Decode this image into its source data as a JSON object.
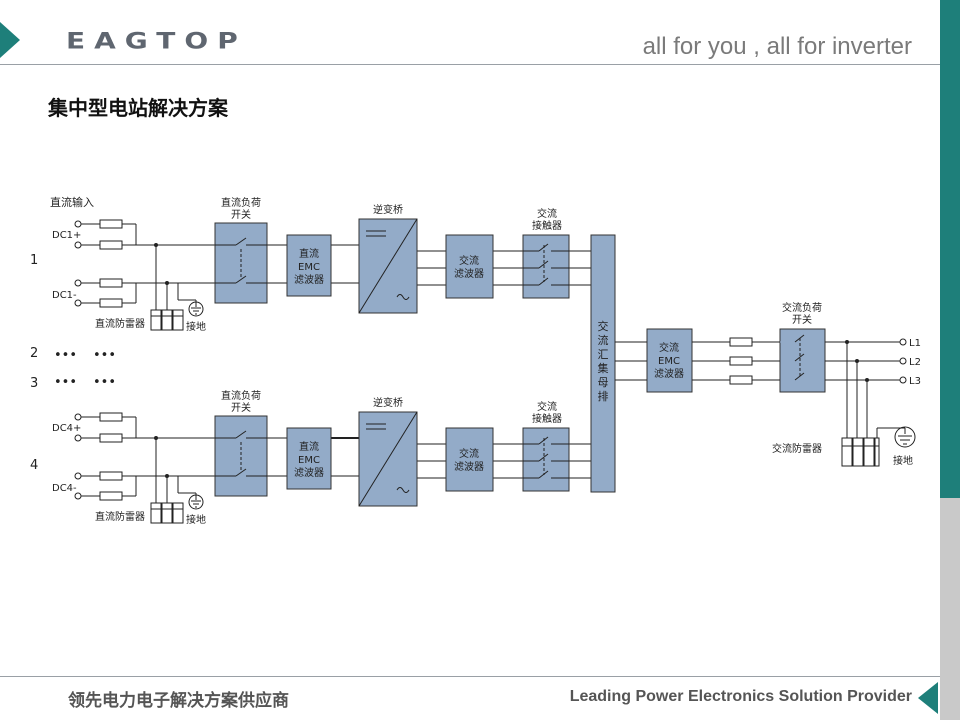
{
  "header": {
    "logo_text": "EAGTOP",
    "tagline": "all for you , all for inverter"
  },
  "title": "集中型电站解决方案",
  "footer": {
    "left": "领先电力电子解决方案供应商",
    "right": "Leading Power Electronics Solution Provider"
  },
  "colors": {
    "accent": "#1e7f7a",
    "block_fill": "#93abc8",
    "line": "#222222"
  },
  "diagram": {
    "dc_input_label": "直流输入",
    "row_numbers": [
      "1",
      "2",
      "3",
      "4"
    ],
    "dots": "•••",
    "dc_labels": {
      "dc1_pos": "DC1+",
      "dc1_neg": "DC1-",
      "dc4_pos": "DC4+",
      "dc4_neg": "DC4-"
    },
    "dc_load_switch": [
      "直流负荷",
      "开关"
    ],
    "dc_emc": [
      "直流",
      "EMC",
      "滤波器"
    ],
    "inverter_bridge": "逆变桥",
    "ac_filter": [
      "交流",
      "滤波器"
    ],
    "ac_contactor": [
      "交流",
      "接触器"
    ],
    "dc_surge": "直流防雷器",
    "ground": "接地",
    "busbar": [
      "交",
      "流",
      "汇",
      "集",
      "母",
      "排"
    ],
    "ac_emc": [
      "交流",
      "EMC",
      "滤波器"
    ],
    "ac_load_switch": [
      "交流负荷",
      "开关"
    ],
    "ac_surge": "交流防雷器",
    "outputs": [
      "L1",
      "L2",
      "L3"
    ]
  }
}
